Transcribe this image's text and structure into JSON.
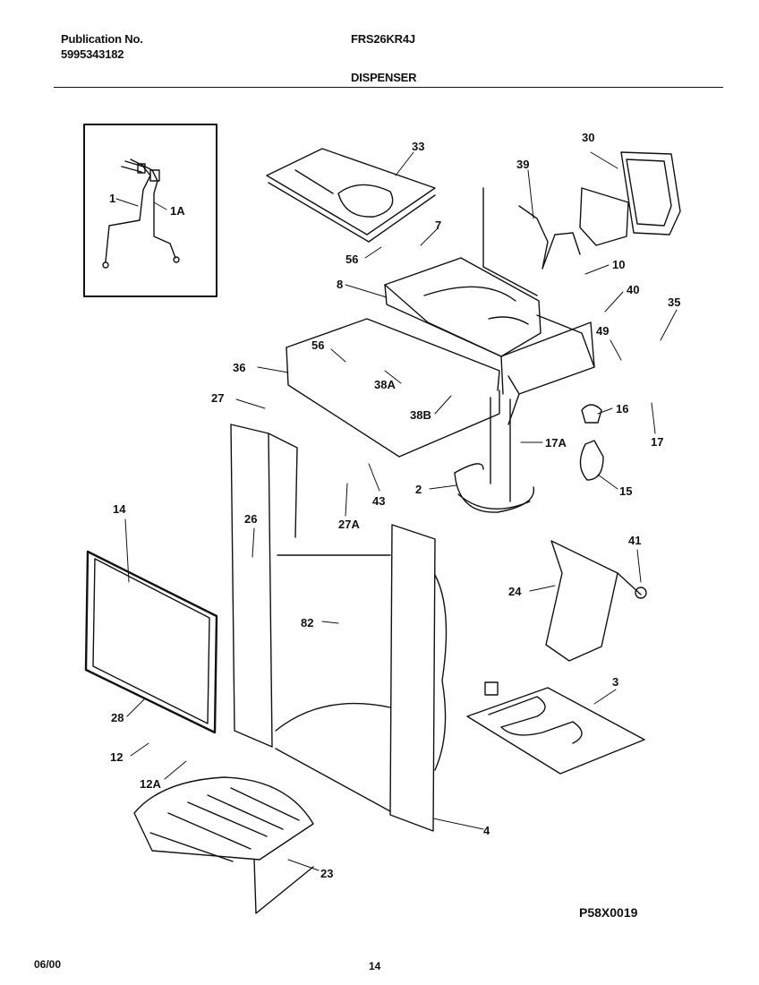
{
  "header": {
    "publication_label": "Publication No.",
    "publication_number": "5995343182",
    "model": "FRS26KR4J",
    "section": "DISPENSER"
  },
  "diagram": {
    "code": "P58X0019",
    "parts": [
      {
        "id": "p1",
        "label": "1"
      },
      {
        "id": "p1a",
        "label": "1A"
      },
      {
        "id": "p33",
        "label": "33"
      },
      {
        "id": "p30",
        "label": "30"
      },
      {
        "id": "p39",
        "label": "39"
      },
      {
        "id": "p7",
        "label": "7"
      },
      {
        "id": "p56a",
        "label": "56"
      },
      {
        "id": "p10",
        "label": "10"
      },
      {
        "id": "p8",
        "label": "8"
      },
      {
        "id": "p40",
        "label": "40"
      },
      {
        "id": "p35",
        "label": "35"
      },
      {
        "id": "p49",
        "label": "49"
      },
      {
        "id": "p56b",
        "label": "56"
      },
      {
        "id": "p36",
        "label": "36"
      },
      {
        "id": "p38a",
        "label": "38A"
      },
      {
        "id": "p27",
        "label": "27"
      },
      {
        "id": "p38b",
        "label": "38B"
      },
      {
        "id": "p16",
        "label": "16"
      },
      {
        "id": "p17a",
        "label": "17A"
      },
      {
        "id": "p17",
        "label": "17"
      },
      {
        "id": "p43",
        "label": "43"
      },
      {
        "id": "p2",
        "label": "2"
      },
      {
        "id": "p15",
        "label": "15"
      },
      {
        "id": "p27a",
        "label": "27A"
      },
      {
        "id": "p14",
        "label": "14"
      },
      {
        "id": "p26",
        "label": "26"
      },
      {
        "id": "p41",
        "label": "41"
      },
      {
        "id": "p24",
        "label": "24"
      },
      {
        "id": "p82",
        "label": "82"
      },
      {
        "id": "p3",
        "label": "3"
      },
      {
        "id": "p28",
        "label": "28"
      },
      {
        "id": "p12",
        "label": "12"
      },
      {
        "id": "p12a",
        "label": "12A"
      },
      {
        "id": "p4",
        "label": "4"
      },
      {
        "id": "p23",
        "label": "23"
      }
    ]
  },
  "footer": {
    "date": "06/00",
    "page": "14"
  }
}
